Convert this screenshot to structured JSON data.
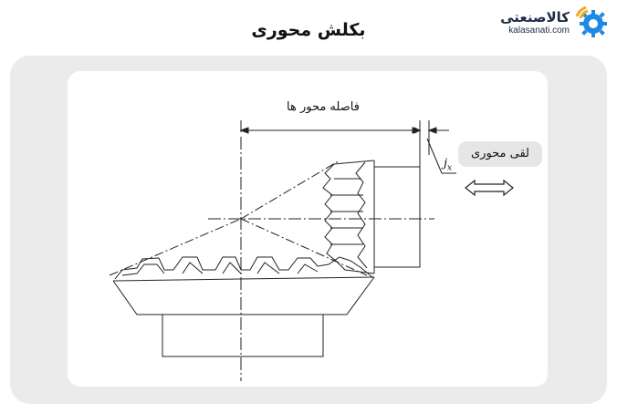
{
  "title": "بکلش محوری",
  "logo": {
    "name": "کالاصنعتی",
    "url": "kalasanati.com",
    "icon": "gear-wifi-icon",
    "colors": {
      "blue": "#1e88e5",
      "orange": "#f5a623",
      "navy": "#1d2b46"
    }
  },
  "diagram": {
    "distance_label": "فاصله محور ها",
    "axial_play_label": "لقی محوری",
    "jx_label": "j",
    "jx_subscript": "x",
    "arrow_icon": "double-arrow-icon"
  },
  "colors": {
    "panel": "#ebebeb",
    "card": "#ffffff",
    "pill": "#e6e6e6",
    "line": "#222222"
  }
}
